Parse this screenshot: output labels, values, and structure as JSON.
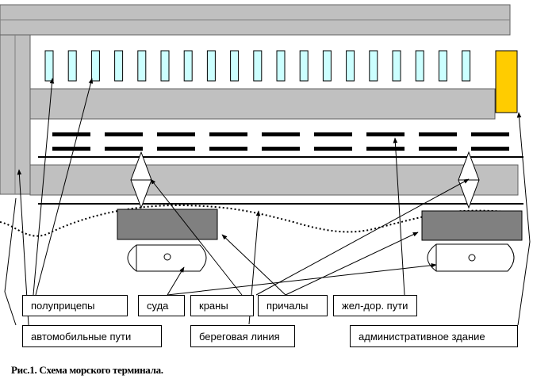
{
  "labels": {
    "semitrailers": "полуприцепы",
    "ships": "суда",
    "cranes": "краны",
    "berths": "причалы",
    "rail_tracks": "жел-дор. пути",
    "road_tracks": "автомобильные пути",
    "shoreline": "береговая линия",
    "admin_building": "административное здание"
  },
  "caption": "Рис.1. Схема морского терминала.",
  "colors": {
    "road": "#c0c0c0",
    "semitrailer": "#ccffff",
    "admin_building": "#ffcc00",
    "berth": "#808080",
    "rail": "#000000"
  },
  "semitrailer_count": 19,
  "rail_segment_count": 9
}
